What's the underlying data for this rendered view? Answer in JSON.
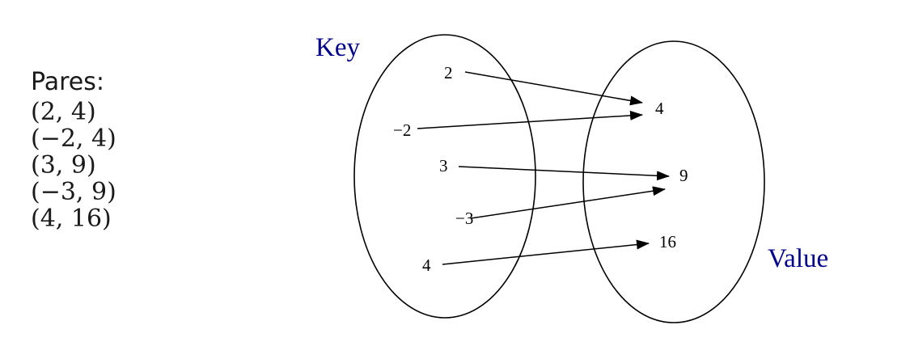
{
  "pairs_panel": {
    "title": "Pares:",
    "pairs": [
      "(2, 4)",
      "(−2, 4)",
      "(3, 9)",
      "(−3, 9)",
      "(4, 16)"
    ]
  },
  "diagram": {
    "key_label": "Key",
    "value_label": "Value",
    "label_color": "#00008b",
    "keys": [
      "2",
      "−2",
      "3",
      "−3",
      "4"
    ],
    "values": [
      "4",
      "9",
      "16"
    ],
    "mappings": [
      {
        "from": "2",
        "to": "4"
      },
      {
        "from": "−2",
        "to": "4"
      },
      {
        "from": "3",
        "to": "9"
      },
      {
        "from": "−3",
        "to": "9"
      },
      {
        "from": "4",
        "to": "16"
      }
    ]
  }
}
